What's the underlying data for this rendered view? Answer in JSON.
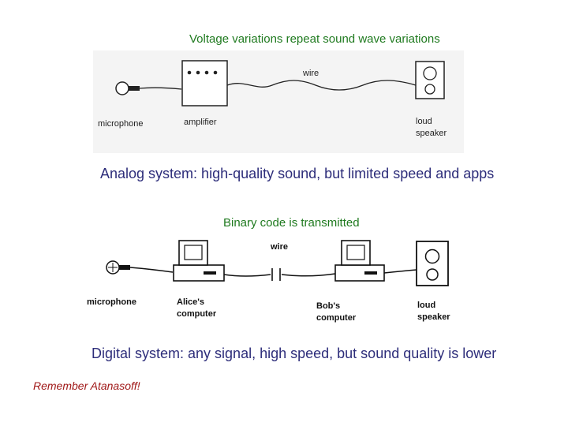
{
  "analog": {
    "caption_top": "Voltage variations repeat sound wave variations",
    "labels": {
      "microphone": "microphone",
      "amplifier": "amplifier",
      "wire": "wire",
      "speaker_line1": "loud",
      "speaker_line2": "speaker"
    },
    "caption_bottom": "Analog system: high-quality sound, but limited speed and apps"
  },
  "digital": {
    "caption_top": "Binary code is transmitted",
    "labels": {
      "microphone": "microphone",
      "alice_line1": "Alice's",
      "alice_line2": "computer",
      "wire": "wire",
      "bob_line1": "Bob's",
      "bob_line2": "computer",
      "speaker_line1": "loud",
      "speaker_line2": "speaker"
    },
    "caption_bottom": "Digital system: any signal, high speed, but sound quality is lower"
  },
  "footer_note": "Remember Atanasoff!",
  "colors": {
    "green_caption": "#1f7a1f",
    "blue_caption": "#2d2d7a",
    "red_note": "#a01818"
  }
}
